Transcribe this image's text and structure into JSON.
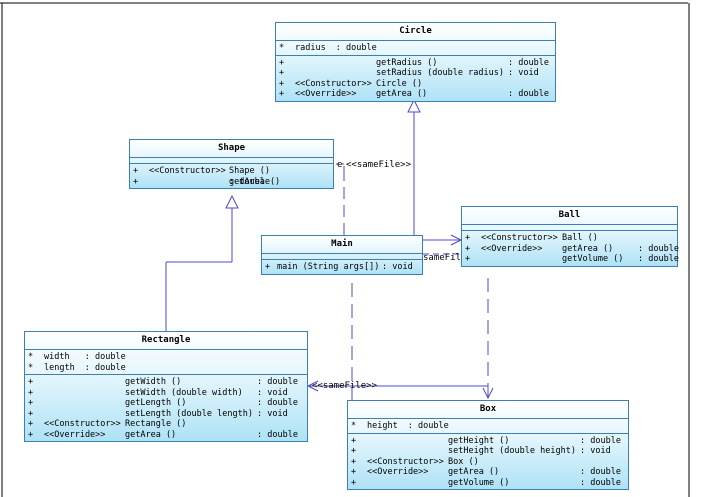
{
  "classes": {
    "circle": {
      "title": "Circle",
      "attributes": [
        {
          "vis": "*",
          "stereo": "",
          "name": "radius",
          "type": ": double"
        }
      ],
      "operations": [
        {
          "vis": "+",
          "stereo": "",
          "name": "getRadius ()",
          "type": ": double"
        },
        {
          "vis": "+",
          "stereo": "",
          "name": "setRadius (double radius)",
          "type": ": void"
        },
        {
          "vis": "+",
          "stereo": "<<Constructor>>",
          "name": "Circle ()",
          "type": ""
        },
        {
          "vis": "+",
          "stereo": "<<Override>>",
          "name": "getArea ()",
          "type": ": double"
        }
      ]
    },
    "shape": {
      "title": "Shape",
      "attributes": [],
      "operations": [
        {
          "vis": "+",
          "stereo": "<<Constructor>>",
          "name": "Shape ()",
          "type": ""
        },
        {
          "vis": "+",
          "stereo": "",
          "name": "getArea ()",
          "type": ": double"
        }
      ]
    },
    "main": {
      "title": "Main",
      "attributes": [],
      "operations": [
        {
          "vis": "+",
          "stereo": "",
          "name": "main (String args[])",
          "type": ": void"
        }
      ]
    },
    "ball": {
      "title": "Ball",
      "attributes": [],
      "operations": [
        {
          "vis": "+",
          "stereo": "<<Constructor>>",
          "name": "Ball ()",
          "type": ""
        },
        {
          "vis": "+",
          "stereo": "<<Override>>",
          "name": "getArea ()",
          "type": ": double"
        },
        {
          "vis": "+",
          "stereo": "",
          "name": "getVolume ()",
          "type": ": double"
        }
      ]
    },
    "rectangle": {
      "title": "Rectangle",
      "attributes": [
        {
          "vis": "*",
          "stereo": "",
          "name": "width",
          "type": ": double"
        },
        {
          "vis": "*",
          "stereo": "",
          "name": "length",
          "type": ": double"
        }
      ],
      "operations": [
        {
          "vis": "+",
          "stereo": "",
          "name": "getWidth ()",
          "type": ": double"
        },
        {
          "vis": "+",
          "stereo": "",
          "name": "setWidth (double width)",
          "type": ": void"
        },
        {
          "vis": "+",
          "stereo": "",
          "name": "getLength ()",
          "type": ": double"
        },
        {
          "vis": "+",
          "stereo": "",
          "name": "setLength (double length)",
          "type": ": void"
        },
        {
          "vis": "+",
          "stereo": "<<Constructor>>",
          "name": "Rectangle ()",
          "type": ""
        },
        {
          "vis": "+",
          "stereo": "<<Override>>",
          "name": "getArea ()",
          "type": ": double"
        }
      ]
    },
    "box": {
      "title": "Box",
      "attributes": [
        {
          "vis": "*",
          "stereo": "",
          "name": "height",
          "type": ": double"
        }
      ],
      "operations": [
        {
          "vis": "+",
          "stereo": "",
          "name": "getHeight ()",
          "type": ": double"
        },
        {
          "vis": "+",
          "stereo": "",
          "name": "setHeight (double height)",
          "type": ": void"
        },
        {
          "vis": "+",
          "stereo": "<<Constructor>>",
          "name": "Box ()",
          "type": ""
        },
        {
          "vis": "+",
          "stereo": "<<Override>>",
          "name": "getArea ()",
          "type": ": double"
        },
        {
          "vis": "+",
          "stereo": "",
          "name": "getVolume ()",
          "type": ": double"
        }
      ]
    }
  },
  "edge_labels": {
    "main_shape": "<<sameFile>>",
    "main_shape_overlap": "e",
    "main_ball": "sameFile",
    "rect_box": "<<sameFile>>"
  },
  "colors": {
    "border": "#3b7fb3",
    "gradient_top": "#ffffff",
    "gradient_bottom": "#aee2f6",
    "connector": "#4a4ad0"
  }
}
